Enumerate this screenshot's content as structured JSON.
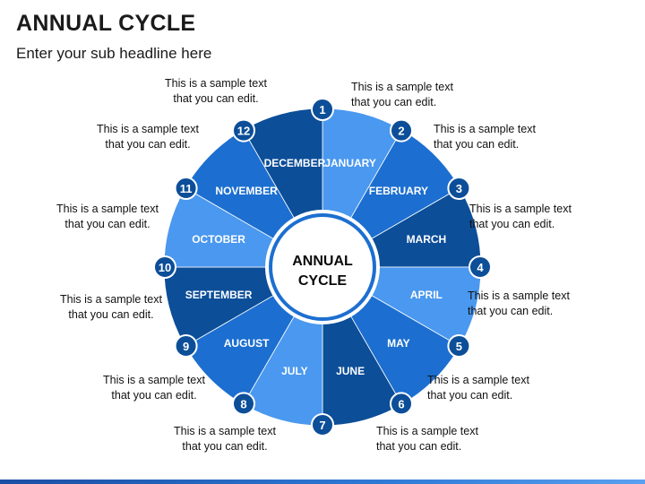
{
  "title": "ANNUAL CYCLE",
  "subtitle": "Enter your sub headline here",
  "center_label": [
    "ANNUAL",
    "CYCLE"
  ],
  "months": [
    {
      "num": "1",
      "name": "JANUARY",
      "color": "#4a98ef"
    },
    {
      "num": "2",
      "name": "FEBRUARY",
      "color": "#1c6fd0"
    },
    {
      "num": "3",
      "name": "MARCH",
      "color": "#0c4e98"
    },
    {
      "num": "4",
      "name": "APRIL",
      "color": "#4a98ef"
    },
    {
      "num": "5",
      "name": "MAY",
      "color": "#1c6fd0"
    },
    {
      "num": "6",
      "name": "JUNE",
      "color": "#0c4e98"
    },
    {
      "num": "7",
      "name": "JULY",
      "color": "#4a98ef"
    },
    {
      "num": "8",
      "name": "AUGUST",
      "color": "#1c6fd0"
    },
    {
      "num": "9",
      "name": "SEPTEMBER",
      "color": "#0c4e98"
    },
    {
      "num": "10",
      "name": "OCTOBER",
      "color": "#4a98ef"
    },
    {
      "num": "11",
      "name": "NOVEMBER",
      "color": "#1c6fd0"
    },
    {
      "num": "12",
      "name": "DECEMBER",
      "color": "#0c4e98"
    }
  ],
  "notes": [
    {
      "line1": "This is a sample text",
      "line2": "that you can edit."
    },
    {
      "line1": "This is a sample text",
      "line2": "that you can edit."
    },
    {
      "line1": "This is a sample text",
      "line2": "that you can edit."
    },
    {
      "line1": "This is a sample text",
      "line2": "that you can edit."
    },
    {
      "line1": "This is a sample text",
      "line2": "that you can edit."
    },
    {
      "line1": "This is a sample text",
      "line2": "that you can edit."
    },
    {
      "line1": "This is a sample text",
      "line2": "that you can edit."
    },
    {
      "line1": "This is a sample text",
      "line2": "that you can edit."
    },
    {
      "line1": "This is a sample text",
      "line2": "that you can edit."
    },
    {
      "line1": "This is a sample text",
      "line2": "that you can edit."
    },
    {
      "line1": "This is a sample text",
      "line2": "that you can edit."
    },
    {
      "line1": "This is a sample text",
      "line2": "that you can edit."
    }
  ],
  "colors": {
    "badge": "#0c4e98",
    "center_ring": "#1c6fd0",
    "center_text": "#0a0a0a"
  }
}
